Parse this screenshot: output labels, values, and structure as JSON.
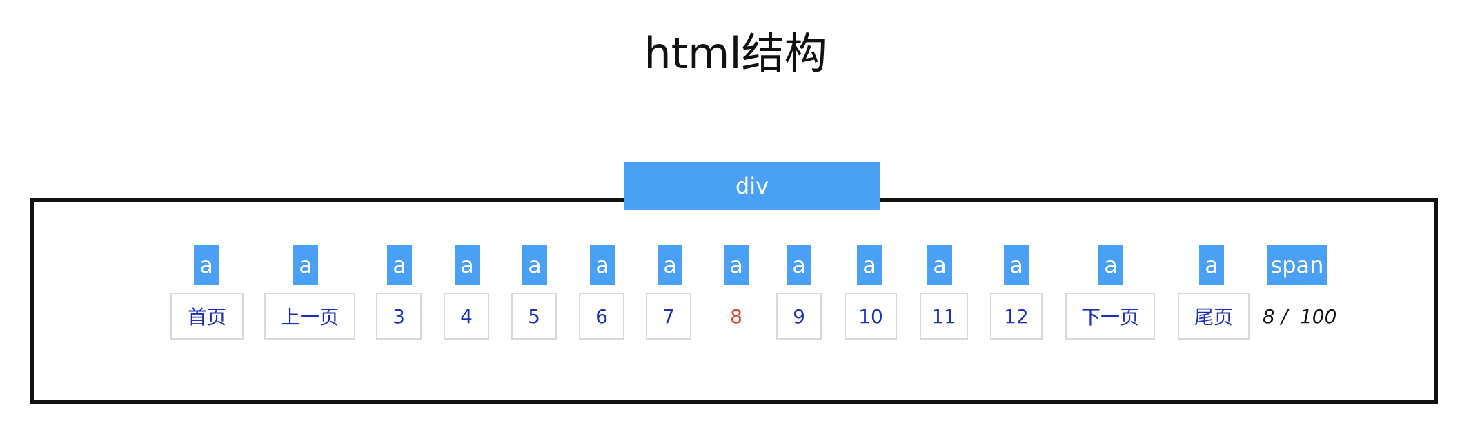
{
  "title": "html结构",
  "container_tag": "div",
  "element_tags": [
    "a",
    "a",
    "a",
    "a",
    "a",
    "a",
    "a",
    "a",
    "a",
    "a",
    "a",
    "a",
    "a",
    "a",
    "span"
  ],
  "pagination": {
    "first": "首页",
    "prev": "上一页",
    "pages": [
      "3",
      "4",
      "5",
      "6",
      "7",
      "8",
      "9",
      "10",
      "11",
      "12"
    ],
    "current": "8",
    "next": "下一页",
    "last": "尾页",
    "counter": "8 /  100"
  },
  "colors": {
    "tag_background": "#4aa0f5",
    "link_text": "#1a2fb5",
    "current_page": "#e0442a",
    "frame_border": "#111111"
  }
}
